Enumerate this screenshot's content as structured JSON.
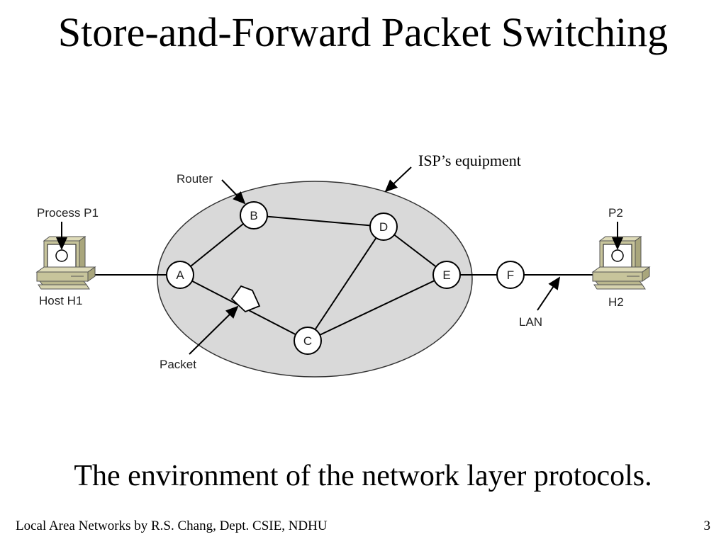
{
  "slide": {
    "title": "Store-and-Forward Packet Switching",
    "caption": "The environment of the network layer protocols.",
    "footer": "Local Area Networks by R.S. Chang, Dept. CSIE, NDHU",
    "page_number": "3"
  },
  "diagram": {
    "labels": {
      "isp": "ISP’s equipment",
      "router": "Router",
      "process_p1": "Process P1",
      "host_h1": "Host H1",
      "p2": "P2",
      "h2": "H2",
      "packet": "Packet",
      "lan": "LAN"
    },
    "nodes": {
      "a": "A",
      "b": "B",
      "c": "C",
      "d": "D",
      "e": "E",
      "f": "F"
    },
    "colors": {
      "isp_cloud": "#d9d9d9",
      "computer_body": "#c7c49b",
      "line": "#000000"
    }
  }
}
